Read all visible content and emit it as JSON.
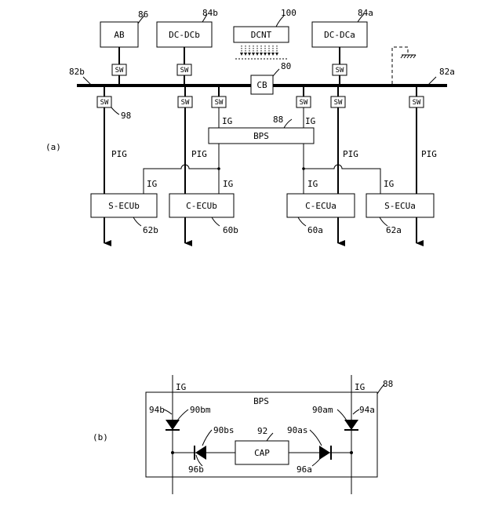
{
  "part_a": {
    "panel_label": "(a)",
    "blocks": {
      "ab": "AB",
      "dcdc_b": "DC-DCb",
      "dcnt": "DCNT",
      "dcdc_a": "DC-DCa",
      "cb": "CB",
      "bps": "BPS",
      "secu_b": "S-ECUb",
      "cecu_b": "C-ECUb",
      "cecu_a": "C-ECUa",
      "secu_a": "S-ECUa"
    },
    "switch_label": "SW",
    "line_labels": {
      "pig": "PIG",
      "ig": "IG"
    },
    "refs": {
      "r86": "86",
      "r84b": "84b",
      "r100": "100",
      "r84a": "84a",
      "r82b": "82b",
      "r80": "80",
      "r82a": "82a",
      "r98": "98",
      "r88": "88",
      "r62b": "62b",
      "r60b": "60b",
      "r60a": "60a",
      "r62a": "62a"
    }
  },
  "part_b": {
    "panel_label": "(b)",
    "blocks": {
      "bps": "BPS",
      "cap": "CAP"
    },
    "line_labels": {
      "ig": "IG"
    },
    "refs": {
      "r88": "88",
      "r94b": "94b",
      "r90bm": "90bm",
      "r90am": "90am",
      "r94a": "94a",
      "r90bs": "90bs",
      "r92": "92",
      "r90as": "90as",
      "r96b": "96b",
      "r96a": "96a"
    }
  }
}
